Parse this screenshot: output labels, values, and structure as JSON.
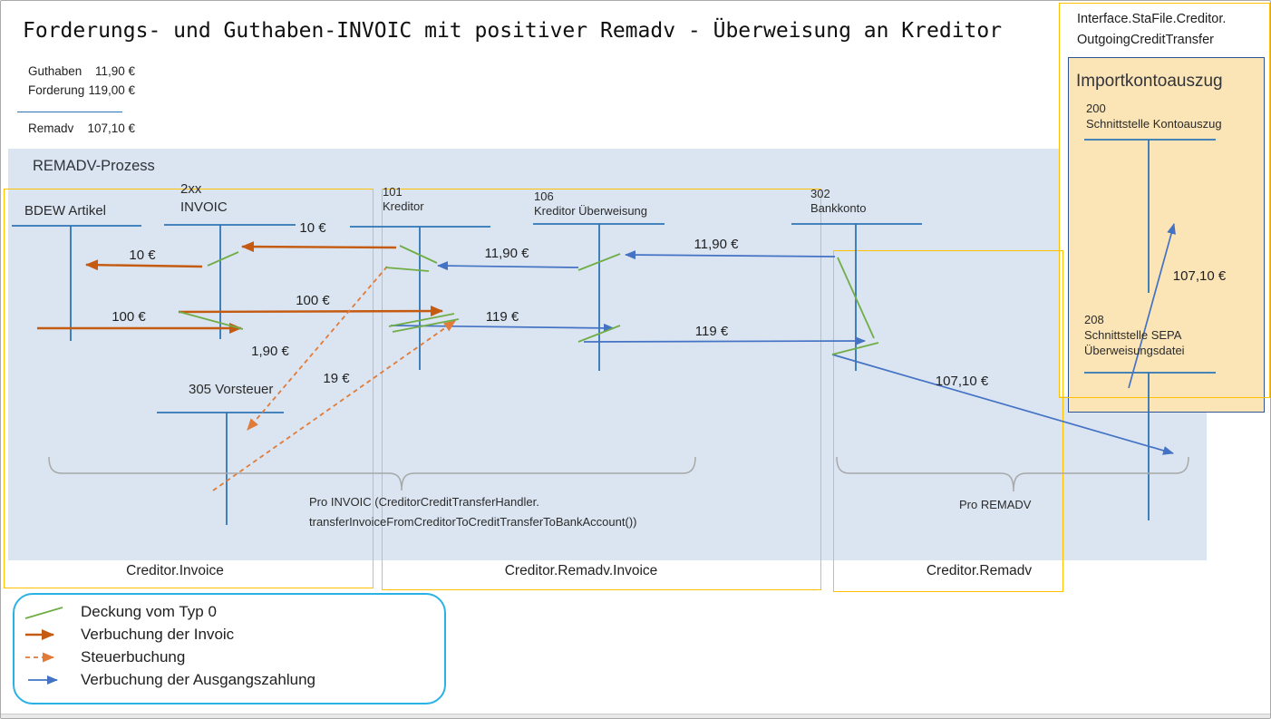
{
  "title": "Forderungs- und Guthaben-INVOIC mit positiver Remadv - Überweisung an Kreditor",
  "summary": {
    "rows": [
      {
        "label": "Guthaben",
        "value": "11,90 €"
      },
      {
        "label": "Forderung",
        "value": "119,00 €"
      }
    ],
    "total_label": "Remadv",
    "total_value": "107,10 €"
  },
  "process": {
    "label": "REMADV-Prozess"
  },
  "accounts": {
    "bdew": {
      "name": "BDEW Artikel"
    },
    "invoic": {
      "code": "2xx",
      "name": "INVOIC"
    },
    "kreditor": {
      "code": "101",
      "name": "Kreditor"
    },
    "kreditor_ueberweisung": {
      "code": "106",
      "name": "Kreditor Überweisung"
    },
    "bankkonto": {
      "code": "302",
      "name": "Bankkonto"
    },
    "vorsteuer": {
      "name": "305 Vorsteuer"
    },
    "kontoauszug": {
      "code": "200",
      "name": "Schnittstelle Kontoauszug"
    },
    "sepa": {
      "code": "208",
      "name_line1": "Schnittstelle SEPA",
      "name_line2": "Überweisungsdatei"
    }
  },
  "amounts": {
    "invoic_from_kreditor": "10 €",
    "bdew_from_invoic": "10 €",
    "invoic_to_kreditor_net": "100 €",
    "bdew_to_invoic": "100 €",
    "vorsteuer_credit": "1,90 €",
    "vorsteuer_debit": "19 €",
    "kreditor_from_ueberweisung": "11,90 €",
    "ueberweisung_from_bank": "11,90 €",
    "kreditor_to_ueberweisung": "119 €",
    "ueberweisung_to_bank": "119 €",
    "bank_to_remadv": "107,10 €",
    "sepa_to_kontoauszug": "107,10 €"
  },
  "group_boxes": [
    {
      "label": "Creditor.Invoice"
    },
    {
      "label": "Creditor.Remadv.Invoice"
    },
    {
      "label": "Creditor.Remadv"
    }
  ],
  "braces": {
    "pro_invoic_line1": "Pro INVOIC (CreditorCreditTransferHandler.",
    "pro_invoic_line2": "transferInvoiceFromCreditorToCreditTransferToBankAccount())",
    "pro_remadv": "Pro REMADV"
  },
  "interface_panel": {
    "title_line1": "Interface.StaFile.Creditor.",
    "title_line2": "OutgoingCreditTransfer",
    "box_heading": "Importkontoauszug"
  },
  "legend": {
    "items": [
      {
        "label": "Deckung vom Typ 0"
      },
      {
        "label": "Verbuchung der Invoic"
      },
      {
        "label": "Steuerbuchung"
      },
      {
        "label": "Verbuchung der Ausgangszahlung"
      }
    ]
  },
  "colors": {
    "process_fill": "#dbe5f1",
    "group_border": "#ffc000",
    "tan_fill": "#fbe5b6",
    "tan_border": "#2f5496",
    "account_line": "#2e75b6",
    "arrow_blue": "#4472c4",
    "arrow_orange": "#c55a11",
    "arrow_orange_dashed": "#e07b39",
    "coverage_green": "#70ad47",
    "brace_gray": "#a8a8a8",
    "legend_border": "#2ab1e6"
  }
}
